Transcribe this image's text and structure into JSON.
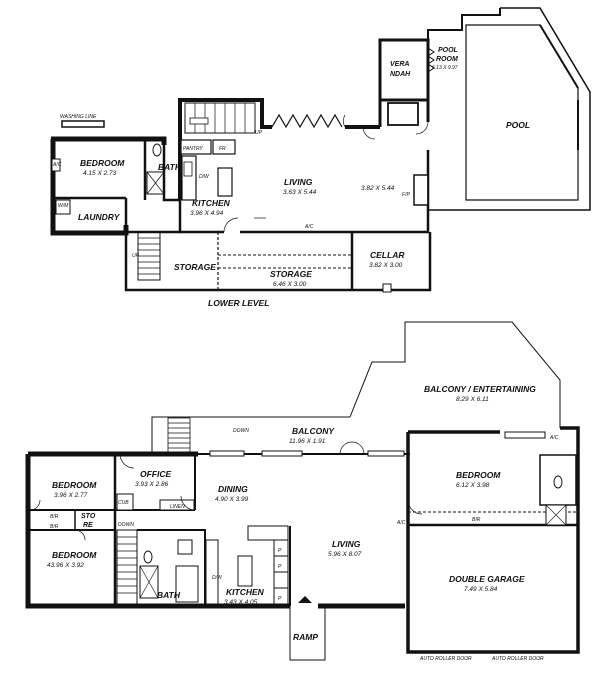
{
  "lower": {
    "washing_line": "WASHING LINE",
    "bedroom": {
      "name": "BEDROOM",
      "dims": "4.15 X 2.73"
    },
    "bath": "BATH",
    "laundry": "LAUNDRY",
    "ac": "A/C",
    "wm": "W/M",
    "up": "UP",
    "pantry": "PANTRY",
    "fr": "FR",
    "dw": "D/W",
    "kitchen": {
      "name": "KITCHEN",
      "dims": "3.96 X 4.94"
    },
    "living": {
      "name": "LIVING",
      "dims": "3.63 X 5.44"
    },
    "living2_dims": "3.82 X 5.44",
    "fp": "F/P",
    "ac2": "A/C",
    "storage1": "STORAGE",
    "storage2": {
      "name": "STORAGE",
      "dims": "6.46 X 3.00"
    },
    "cellar": {
      "name": "CELLAR",
      "dims": "3.82 X 3.00"
    },
    "verandah_1": "VERA",
    "verandah_2": "NDAH",
    "pool_room_1": "POOL",
    "pool_room_2": "ROOM",
    "pool_room_dims": "6.13 X 9.97",
    "pool": "POOL",
    "level_label": "LOWER LEVEL"
  },
  "upper": {
    "balcony_ent": {
      "name": "BALCONY / ENTERTAINING",
      "dims": "8.29 X 6.11"
    },
    "down1": "DOWN",
    "balcony": {
      "name": "BALCONY",
      "dims": "11.96 X 1.91"
    },
    "ac": "A/C",
    "bedroom1": {
      "name": "BEDROOM",
      "dims": "3.96 X 2.77"
    },
    "office": {
      "name": "OFFICE",
      "dims": "3.93 X 2.86"
    },
    "cub": "CUB",
    "linen": "LINEN",
    "dining": {
      "name": "DINING",
      "dims": "4.90 X 3.99"
    },
    "bir1": "B/R",
    "store_1": "STO",
    "store_2": "RE",
    "bir2": "B/R",
    "down2": "DOWN",
    "bedroom2": {
      "name": "BEDROOM",
      "dims": "43.96 X 3.92"
    },
    "bath": "BATH",
    "dw": "D/W",
    "kitchen": {
      "name": "KITCHEN",
      "dims": "3.43 X 4.05"
    },
    "p1": "P",
    "p2": "P",
    "p3": "P",
    "living": {
      "name": "LIVING",
      "dims": "5.96 X 8.07"
    },
    "ramp": "RAMP",
    "bedroom3": {
      "name": "BEDROOM",
      "dims": "6.12 X 3.98"
    },
    "bir3": "BIR",
    "ac2": "A/C",
    "ac3": "A/C",
    "garage": {
      "name": "DOUBLE GARAGE",
      "dims": "7.49 X 5.84"
    },
    "roller1": "AUTO ROLLER DOOR",
    "roller2": "AUTO ROLLER DOOR"
  }
}
